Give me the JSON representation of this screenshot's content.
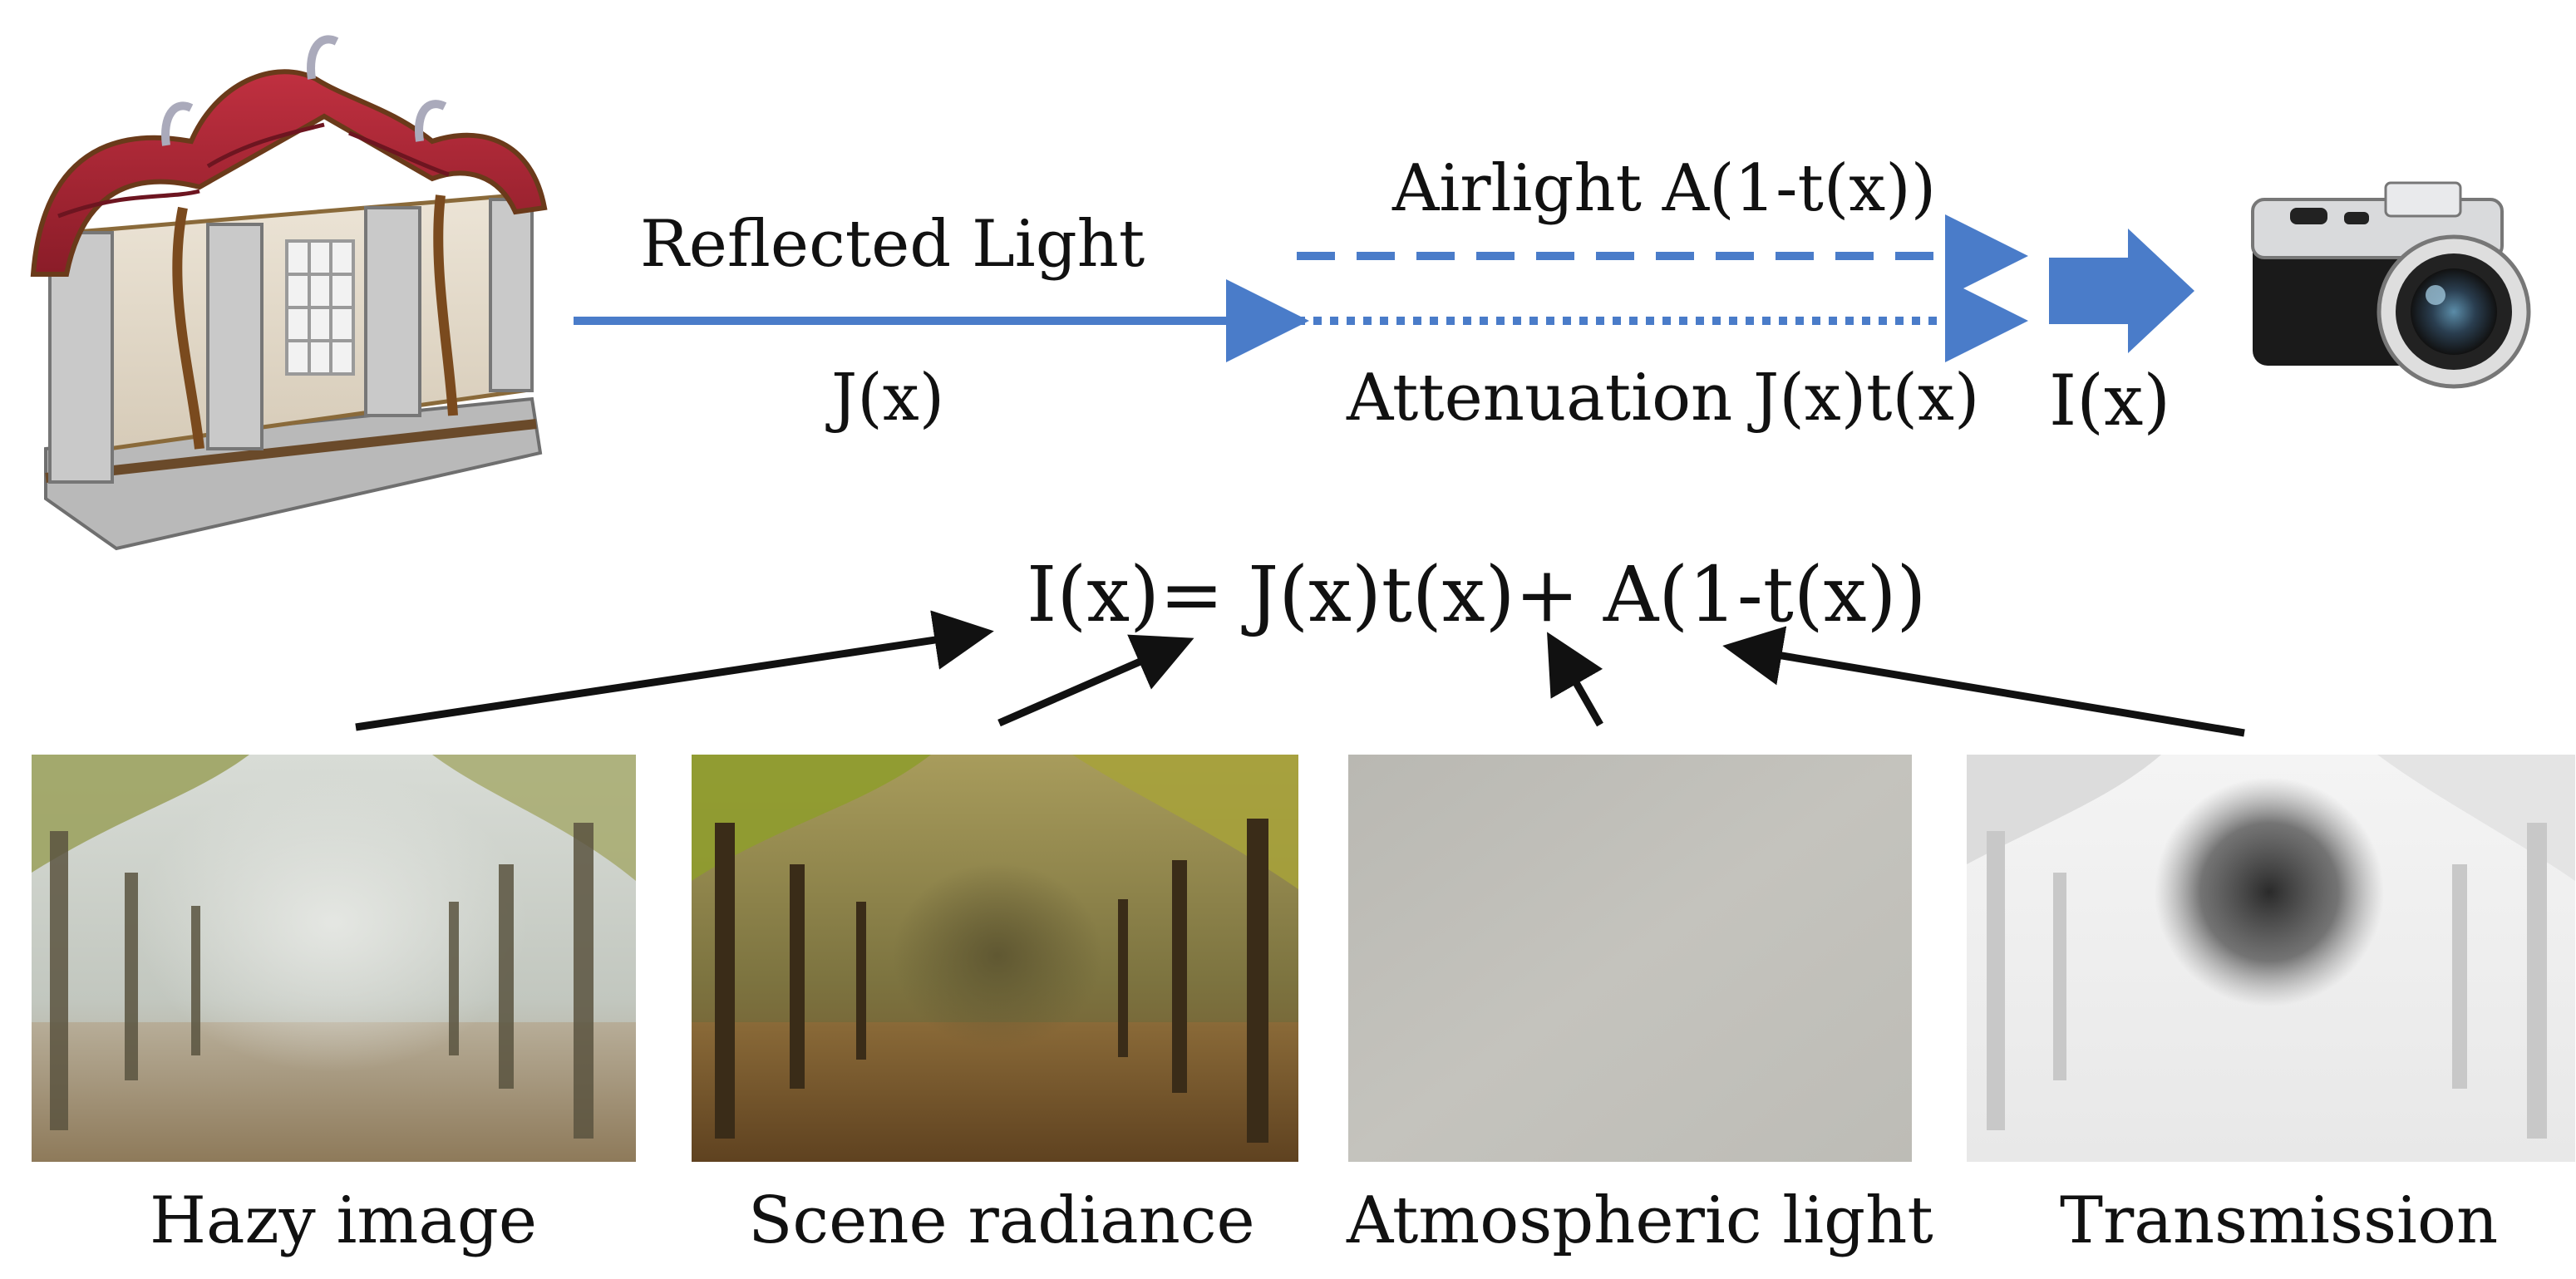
{
  "diagram": {
    "reflected_light_label": "Reflected Light",
    "j_label": "J(x)",
    "airlight_label": "Airlight A(1-t(x))",
    "attenuation_label": "Attenuation J(x)t(x)",
    "i_label": "I(x)",
    "equation": "I(x)= J(x)t(x)+ A(1-t(x))",
    "colors": {
      "arrow_blue": "#4a7cc9",
      "arrow_black": "#111111"
    }
  },
  "panels": [
    {
      "caption": "Hazy image"
    },
    {
      "caption": "Scene radiance"
    },
    {
      "caption": "Atmospheric light"
    },
    {
      "caption": "Transmission"
    }
  ],
  "icons": [
    "house-illustration",
    "camera-illustration"
  ]
}
